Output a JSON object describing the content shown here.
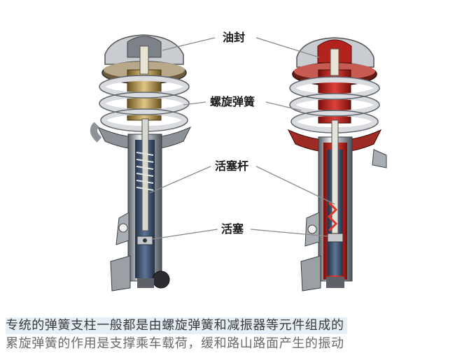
{
  "labels": {
    "oil_seal": "油封",
    "coil_spring": "螺旋弹簧",
    "piston_rod": "活塞杆",
    "piston": "活塞"
  },
  "caption": {
    "line1": "专统的弹簧支柱一般都是由螺旋弹簧和减振器等元件组成的",
    "line2": "累旋弹簧的作用是支撑乘车载荷，缓和路山路面产生的振动"
  },
  "colors": {
    "steel": "#b9bec4",
    "spring": "#d8dadd",
    "cut_red": "#c0201c",
    "inner_blue": "#3e5474",
    "brass": "#b99a52",
    "caption_highlight": "#e6eef8"
  }
}
